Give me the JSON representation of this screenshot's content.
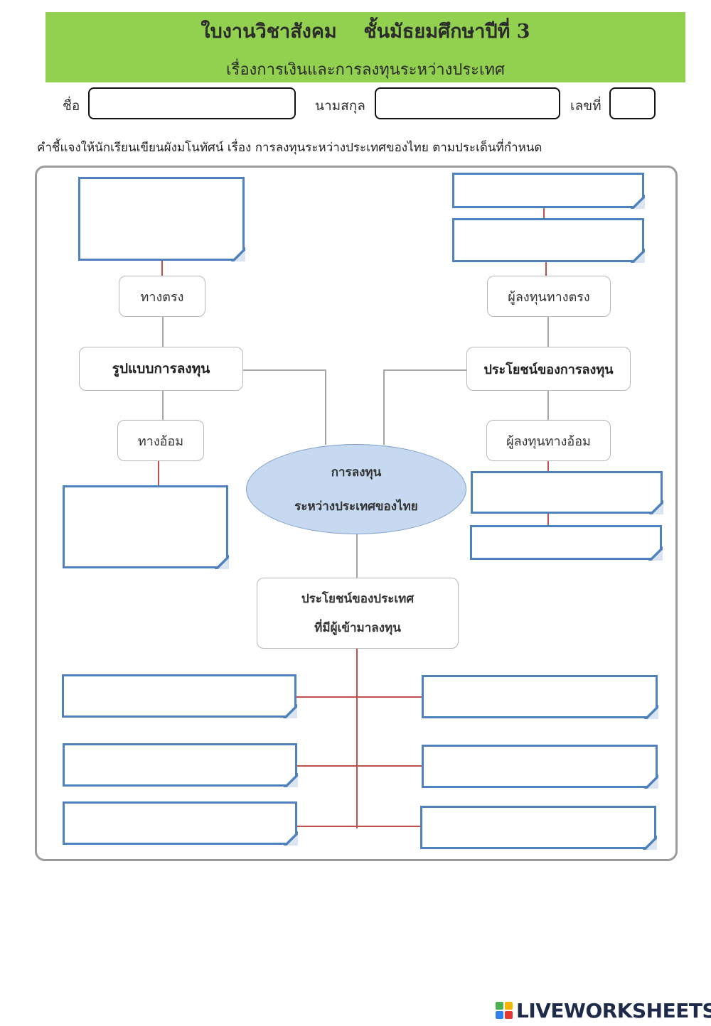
{
  "header": {
    "title": "ใบงานวิชาสังคม    ชั้นมัธยมศึกษาปีที่ 3",
    "subtitle": "เรื่องการเงินและการลงทุนระหว่างประเทศ",
    "banner_color": "#92d050"
  },
  "student": {
    "name_label": "ชื่อ",
    "surname_label": "นามสกุล",
    "number_label": "เลขที่"
  },
  "instruction": "คำชี้แจงให้นักเรียนเขียนผังมโนทัศน์ เรื่อง การลงทุนระหว่างประเทศของไทย  ตามประเด็นที่กำหนด",
  "diagram": {
    "center": [
      "การลงทุน",
      "ระหว่างประเทศของไทย"
    ],
    "forms": "รูปแบบการลงทุน",
    "direct": "ทางตรง",
    "indirect": "ทางอ้อม",
    "benefits": "ประโยชน์ของการลงทุน",
    "direct_investor": "ผู้ลงทุนทางตรง",
    "indirect_investor": "ผู้ลงทุนทางอ้อม",
    "host_benefits": [
      "ประโยชน์ของประเทศ",
      "ที่มีผู้เข้ามาลงทุน"
    ]
  },
  "colors": {
    "answer_border": "#4f81bd",
    "ellipse_fill": "#c6d9f1",
    "connector_red": "#c0504d"
  },
  "logo": {
    "text": "LIVEWORKSHEETS",
    "icon": "liveworksheets-logo-icon"
  }
}
